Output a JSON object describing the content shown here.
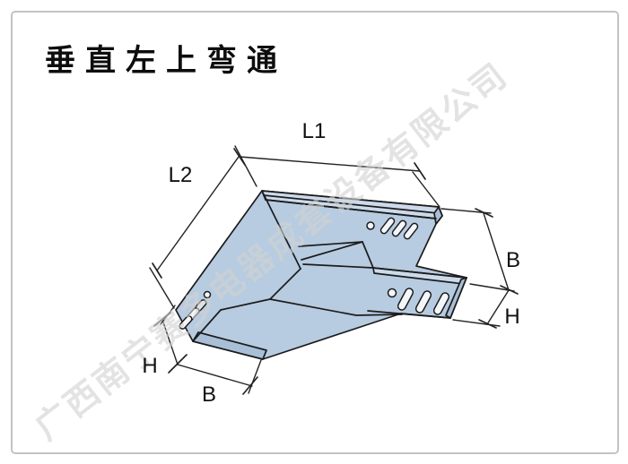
{
  "title": "垂直左上弯通",
  "watermark": "广西南宁赛多电器成套设备有限公司",
  "dimensions": {
    "l1": "L1",
    "l2": "L2",
    "b_right": "B",
    "h_right": "H",
    "h_bottom_left": "H",
    "b_bottom_left": "B"
  },
  "colors": {
    "tray-fill": "#b7cbe1",
    "tray-light": "#ccdaeb",
    "tray-dark": "#a9bfd8",
    "line": "#1c1c1c",
    "dim-line": "#222222",
    "watermark": "#d2d2d2",
    "frame": "#c3c3c3",
    "hole": "#f4f7fa"
  }
}
